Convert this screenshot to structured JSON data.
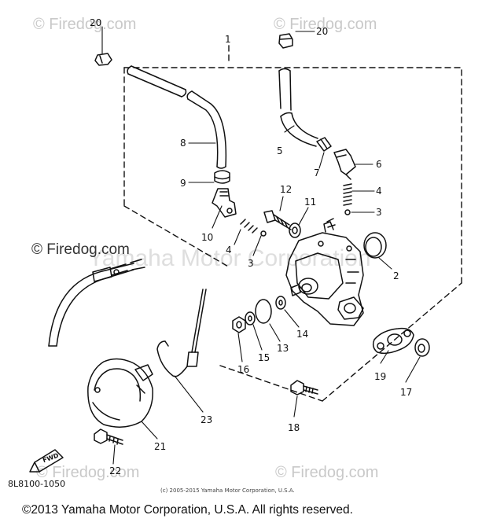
{
  "watermarks": {
    "site": "© Firedog.com",
    "site_prominent": "© Firedog.com",
    "brand": "Yamaha Motor Corporation"
  },
  "diagram_code": "8L8100-1050",
  "fwd_label": "FWD",
  "inner_copyright": "(c) 2005-2015 Yamaha Motor Corporation, U.S.A.",
  "footer_copyright": "©2013 Yamaha Motor Corporation, U.S.A. All rights reserved.",
  "callouts": {
    "c1": "1",
    "c2": "2",
    "c3a": "3",
    "c3b": "3",
    "c4a": "4",
    "c4b": "4",
    "c5": "5",
    "c6": "6",
    "c7": "7",
    "c8": "8",
    "c9": "9",
    "c10": "10",
    "c11": "11",
    "c12": "12",
    "c13": "13",
    "c14": "14",
    "c15": "15",
    "c16": "16",
    "c17": "17",
    "c18": "18",
    "c19": "19",
    "c20a": "20",
    "c20b": "20",
    "c21": "21",
    "c22": "22",
    "c23": "23"
  },
  "colors": {
    "ink": "#111111",
    "watermark": "#c9c9c9"
  }
}
